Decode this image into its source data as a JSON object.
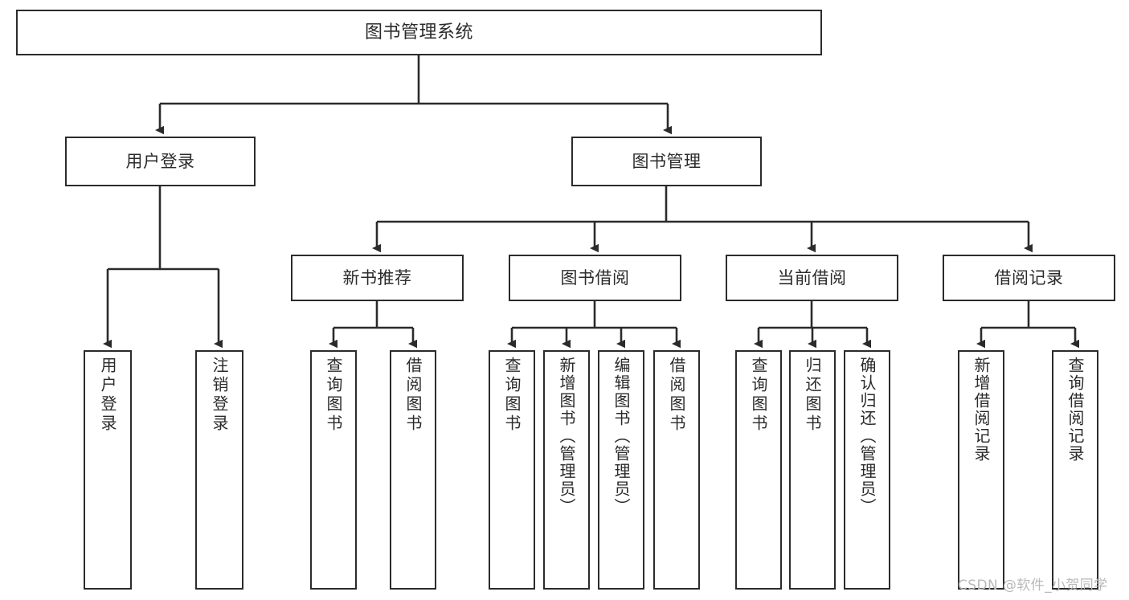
{
  "diagram": {
    "title": "图书管理系统",
    "type": "tree-hierarchy-diagram",
    "colors": {
      "stroke": "#2b2b2b",
      "fill": "#ffffff",
      "background": "#ffffff",
      "watermark": "#b9b9b9"
    },
    "watermark": "CSDN @软件_小贺同学"
  },
  "nodes": {
    "root": {
      "label": "图书管理系统",
      "level": 1
    },
    "level2": [
      {
        "id": "user-login",
        "label": "用户登录"
      },
      {
        "id": "book-manage",
        "label": "图书管理"
      }
    ],
    "level3": [
      {
        "id": "new-book-recommend",
        "label": "新书推荐"
      },
      {
        "id": "book-borrow",
        "label": "图书借阅"
      },
      {
        "id": "current-borrow",
        "label": "当前借阅"
      },
      {
        "id": "borrow-record",
        "label": "借阅记录"
      }
    ],
    "leaves": {
      "user_login": [
        {
          "id": "leaf-user-login",
          "label": "用户登录"
        },
        {
          "id": "leaf-logout-login",
          "label": "注销登录"
        }
      ],
      "new_book_recommend": [
        {
          "id": "leaf-query-book-1",
          "label": "查询图书"
        },
        {
          "id": "leaf-borrow-book-1",
          "label": "借阅图书"
        }
      ],
      "book_borrow": [
        {
          "id": "leaf-query-book-2",
          "label": "查询图书"
        },
        {
          "id": "leaf-add-book",
          "label": "新增图书（管理员）"
        },
        {
          "id": "leaf-edit-book",
          "label": "编辑图书（管理员）"
        },
        {
          "id": "leaf-borrow-book-2",
          "label": "借阅图书"
        }
      ],
      "current_borrow": [
        {
          "id": "leaf-query-book-3",
          "label": "查询图书"
        },
        {
          "id": "leaf-return-book",
          "label": "归还图书"
        },
        {
          "id": "leaf-confirm-return",
          "label": "确认归还（管理员）"
        }
      ],
      "borrow_record": [
        {
          "id": "leaf-add-record",
          "label": "新增借阅记录"
        },
        {
          "id": "leaf-query-record",
          "label": "查询借阅记录"
        }
      ]
    }
  }
}
